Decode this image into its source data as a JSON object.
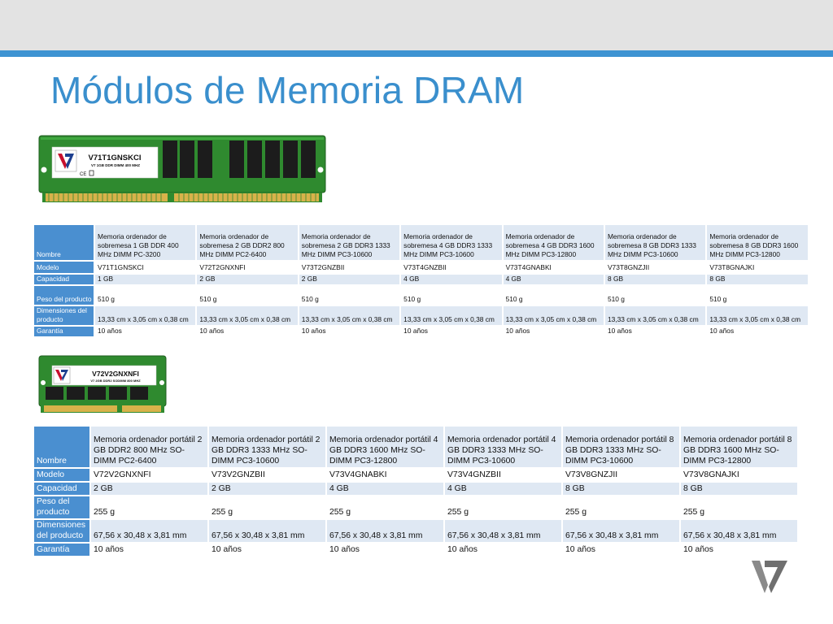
{
  "slide": {
    "title": "Módulos de Memoria DRAM"
  },
  "colors": {
    "accent": "#3d93d2",
    "title": "#3a8fcd",
    "header_cell": "#4a8fd0",
    "row_shade": "#dfe8f3",
    "pcb_green": "#2f8a2f",
    "gold_contacts": "#d8b24a",
    "chip": "#1c1c1c"
  },
  "module_desktop": {
    "label_code": "V71T1GNSKCI",
    "label_desc": "V7 1GB DDR DIMM 400 MHZ",
    "logo_icon": "v7-logo-icon",
    "cert_icons": "ce-weee-icons"
  },
  "module_laptop": {
    "label_code": "V72V2GNXNFI",
    "label_desc": "V7 2GB DDR2 SODIMM 800 MHZ",
    "logo_icon": "v7-logo-icon"
  },
  "desktop_table": {
    "row_labels": {
      "name": "Nombre",
      "model": "Modelo",
      "capacity": "Capacidad",
      "weight": "Peso del producto",
      "dimensions": "Dimensiones del producto",
      "warranty": "Garantía"
    },
    "columns": [
      {
        "name": "Memoria ordenador de sobremesa 1 GB DDR 400 MHz DIMM PC-3200",
        "model": "V71T1GNSKCI",
        "capacity": "1 GB",
        "weight": "510 g",
        "dimensions": "13,33 cm x 3,05 cm x 0,38 cm",
        "warranty": "10 años"
      },
      {
        "name": "Memoria ordenador de sobremesa 2 GB DDR2 800 MHz DIMM PC2-6400",
        "model": "V72T2GNXNFI",
        "capacity": "2 GB",
        "weight": "510 g",
        "dimensions": "13,33 cm x 3,05 cm x 0,38 cm",
        "warranty": "10 años"
      },
      {
        "name": "Memoria ordenador de sobremesa 2 GB DDR3 1333 MHz DIMM PC3-10600",
        "model": "V73T2GNZBII",
        "capacity": "2 GB",
        "weight": "510 g",
        "dimensions": "13,33 cm x 3,05 cm x 0,38 cm",
        "warranty": "10 años"
      },
      {
        "name": "Memoria ordenador de sobremesa 4 GB DDR3 1333 MHz DIMM PC3-10600",
        "model": "V73T4GNZBII",
        "capacity": "4 GB",
        "weight": "510 g",
        "dimensions": "13,33 cm x 3,05 cm x 0,38 cm",
        "warranty": "10 años"
      },
      {
        "name": "Memoria ordenador de sobremesa 4 GB DDR3 1600 MHz DIMM PC3-12800",
        "model": "V73T4GNABKI",
        "capacity": "4 GB",
        "weight": "510 g",
        "dimensions": "13,33 cm x 3,05 cm x 0,38 cm",
        "warranty": "10 años"
      },
      {
        "name": "Memoria ordenador de sobremesa 8 GB DDR3 1333 MHz DIMM PC3-10600",
        "model": "V73T8GNZJII",
        "capacity": "8 GB",
        "weight": "510 g",
        "dimensions": "13,33 cm x 3,05 cm x 0,38 cm",
        "warranty": "10 años"
      },
      {
        "name": "Memoria ordenador de sobremesa 8 GB DDR3 1600 MHz DIMM PC3-12800",
        "model": "V73T8GNAJKI",
        "capacity": "8 GB",
        "weight": "510 g",
        "dimensions": "13,33 cm x 3,05 cm x 0,38 cm",
        "warranty": "10 años"
      }
    ]
  },
  "laptop_table": {
    "row_labels": {
      "name": "Nombre",
      "model": "Modelo",
      "capacity": "Capacidad",
      "weight": "Peso del producto",
      "dimensions": "Dimensiones del producto",
      "warranty": "Garantía"
    },
    "columns": [
      {
        "name": "Memoria ordenador portátil 2 GB DDR2 800 MHz SO-DIMM PC2-6400",
        "model": "V72V2GNXNFI",
        "capacity": "2 GB",
        "weight": "255 g",
        "dimensions": "67,56 x 30,48 x 3,81 mm",
        "warranty": "10 años"
      },
      {
        "name": "Memoria ordenador portátil 2 GB DDR3 1333 MHz SO-DIMM PC3-10600",
        "model": "V73V2GNZBII",
        "capacity": "2 GB",
        "weight": "255 g",
        "dimensions": "67,56 x 30,48 x 3,81 mm",
        "warranty": "10 años"
      },
      {
        "name": "Memoria ordenador portátil 4 GB DDR3 1600 MHz SO-DIMM PC3-12800",
        "model": "V73V4GNABKI",
        "capacity": "4 GB",
        "weight": "255 g",
        "dimensions": "67,56 x 30,48 x 3,81 mm",
        "warranty": "10 años"
      },
      {
        "name": "Memoria ordenador portátil 4 GB DDR3 1333 MHz SO-DIMM PC3-10600",
        "model": "V73V4GNZBII",
        "capacity": "4 GB",
        "weight": "255 g",
        "dimensions": "67,56 x 30,48 x 3,81 mm",
        "warranty": "10 años"
      },
      {
        "name": "Memoria ordenador portátil 8 GB DDR3 1333 MHz SO-DIMM PC3-10600",
        "model": "V73V8GNZJII",
        "capacity": "8 GB",
        "weight": "255 g",
        "dimensions": "67,56 x 30,48 x 3,81 mm",
        "warranty": "10 años"
      },
      {
        "name": "Memoria ordenador portátil 8 GB DDR3 1600 MHz SO-DIMM PC3-12800",
        "model": "V73V8GNAJKI",
        "capacity": "8 GB",
        "weight": "255 g",
        "dimensions": "67,56 x 30,48 x 3,81 mm",
        "warranty": "10 años"
      }
    ]
  },
  "footer": {
    "logo_icon": "v7-brand-logo-icon"
  }
}
